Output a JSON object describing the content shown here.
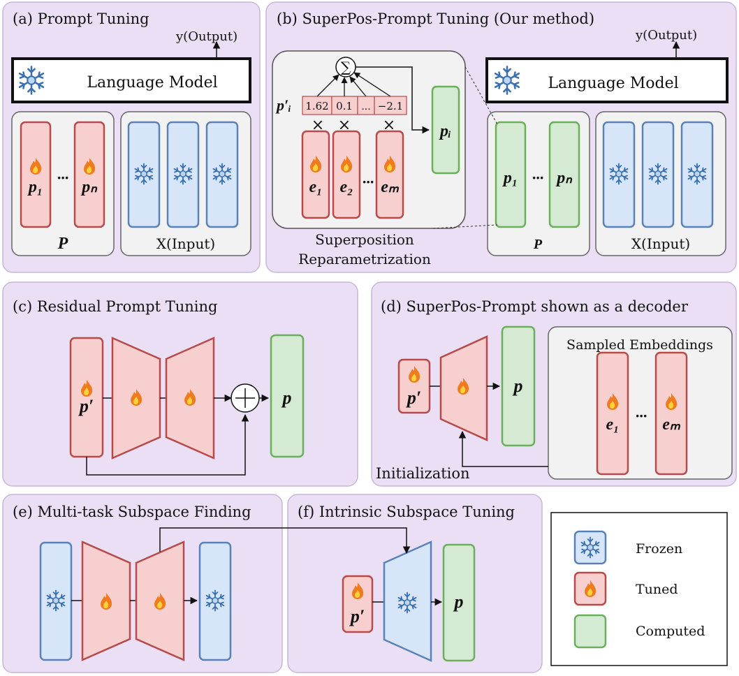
{
  "colors": {
    "panel_bg": "#ebdff5",
    "panel_border": "#c8b6d8",
    "group_bg": "#f2f2f2",
    "group_border": "#666666",
    "tuned_fill": "#f7cfcf",
    "tuned_stroke": "#b94a4a",
    "frozen_fill": "#d6e6f8",
    "frozen_stroke": "#5b82b8",
    "computed_fill": "#d4ead2",
    "computed_stroke": "#6ab05a"
  },
  "icons": {
    "frozen": "snowflake-icon",
    "tuned": "flame-icon",
    "sum": "sigma-icon",
    "add": "plus-circle-icon"
  },
  "panels": {
    "a": {
      "title": "(a) Prompt Tuning",
      "model": "Language Model",
      "output": "y(Output)",
      "p1": "p₁",
      "pn": "pₙ",
      "dots": "···",
      "group_p": "P",
      "group_x": "X(Input)"
    },
    "b": {
      "title": "(b) SuperPos-Prompt Tuning (Our method)",
      "model": "Language Model",
      "output": "y(Output)",
      "p_prime_i": "p′ᵢ",
      "weights": [
        "1.62",
        "0.1",
        "...",
        "−2.1"
      ],
      "times": "×",
      "e1": "e₁",
      "e2": "e₂",
      "em": "eₘ",
      "dots": "···",
      "pi": "pᵢ",
      "p1": "p₁",
      "pn": "pₙ",
      "group_p": "P",
      "group_x": "X(Input)",
      "caption_line1": "Superposition",
      "caption_line2": "Reparametrization"
    },
    "c": {
      "title": "(c) Residual Prompt Tuning",
      "p_prime": "p′",
      "p": "p"
    },
    "d": {
      "title": "(d) SuperPos-Prompt shown as a decoder",
      "p_prime": "p′",
      "p": "p",
      "sampled": "Sampled Embeddings",
      "e1": "e₁",
      "em": "eₘ",
      "dots": "···",
      "initialization": "Initialization"
    },
    "e": {
      "title": "(e) Multi-task Subspace Finding"
    },
    "f": {
      "title": "(f) Intrinsic Subspace Tuning",
      "p_prime": "p′",
      "p": "p"
    }
  },
  "legend": {
    "frozen": "Frozen",
    "tuned": "Tuned",
    "computed": "Computed"
  }
}
